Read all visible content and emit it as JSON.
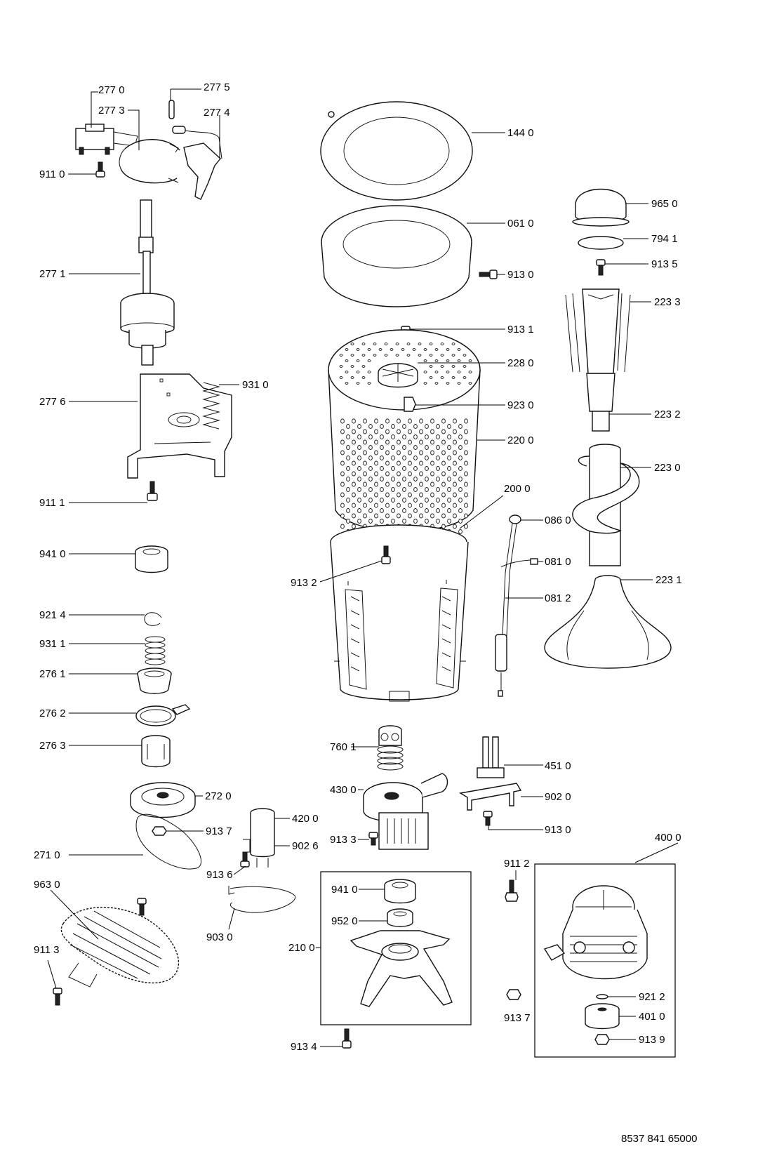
{
  "labels": {
    "l2770": "277 0",
    "l2775": "277 5",
    "l2773": "277 3",
    "l2774": "277 4",
    "l9110": "911 0",
    "l2771": "277 1",
    "l2776": "277 6",
    "l9310": "931 0",
    "l9111": "911 1",
    "l9410a": "941 0",
    "l9214": "921 4",
    "l9311": "931 1",
    "l2761": "276 1",
    "l2762": "276 2",
    "l2763": "276 3",
    "l2720": "272 0",
    "l9137a": "913 7",
    "l2710": "271 0",
    "l4200": "420 0",
    "l9026": "902 6",
    "l9136": "913 6",
    "l9030": "903 0",
    "l9630": "963 0",
    "l9113": "911 3",
    "l1440": "144 0",
    "l0610": "061 0",
    "l9130a": "913 0",
    "l9131": "913 1",
    "l2280": "228 0",
    "l9230": "923 0",
    "l2200": "220 0",
    "l2000": "200 0",
    "l9132": "913 2",
    "l7601": "760 1",
    "l4300": "430 0",
    "l9133": "913 3",
    "l9410b": "941 0",
    "l9520": "952 0",
    "l2100": "210 0",
    "l9134": "913 4",
    "l0860": "086 0",
    "l0810": "081 0",
    "l0812": "081 2",
    "l4510": "451 0",
    "l9020": "902 0",
    "l9130b": "913 0",
    "l9112": "911 2",
    "l9137b": "913 7",
    "l4000": "400 0",
    "l9212": "921 2",
    "l4010": "401 0",
    "l9139": "913 9",
    "l9650": "965 0",
    "l7941": "794 1",
    "l9135": "913 5",
    "l2233": "223 3",
    "l2232": "223 2",
    "l2230": "223 0",
    "l2231": "223 1"
  },
  "document_number": "8537 841 65000"
}
